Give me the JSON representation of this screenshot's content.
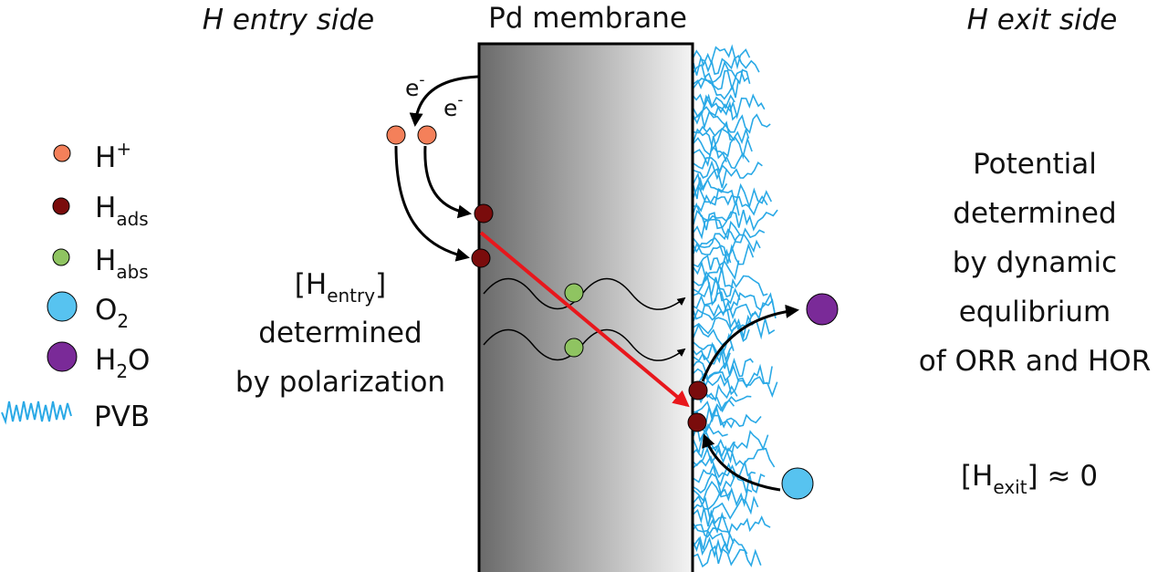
{
  "header": {
    "entry_side": "H entry side",
    "membrane": "Pd membrane",
    "exit_side": "H exit side"
  },
  "electrons": {
    "e1": "e",
    "e2": "e",
    "sup": "-"
  },
  "legend": {
    "h_plus": {
      "base": "H",
      "sup": "+"
    },
    "h_ads": {
      "base": "H",
      "sub": "ads"
    },
    "h_abs": {
      "base": "H",
      "sub": "abs"
    },
    "o2": {
      "base": "O",
      "sub": "2"
    },
    "h2o": {
      "base": "H",
      "sub": "2",
      "rest": "O"
    },
    "pvb": "PVB"
  },
  "entry_note": {
    "bracket_open": "[H",
    "sub": "entry",
    "bracket_close": "]",
    "line2": "determined",
    "line3": "by polarization"
  },
  "exit_note": {
    "lines": [
      "Potential",
      "determined",
      "by dynamic",
      "equlibrium",
      "of ORR and HOR"
    ],
    "h_exit_open": "[H",
    "h_exit_sub": "exit",
    "h_exit_close": "] ≈ 0"
  },
  "colors": {
    "h_plus": "#f4805a",
    "h_ads": "#7a0c0c",
    "h_abs": "#8fc461",
    "o2": "#57c3f0",
    "h2o": "#7a2a98",
    "pvb": "#2aa9e6",
    "diffusion_arrow": "#e8171c"
  }
}
